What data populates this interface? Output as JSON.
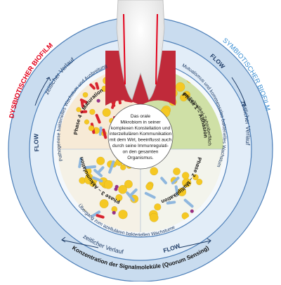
{
  "labels": {
    "dysbiotic": "DYSBIOTISCHER BIOFILM",
    "symbiotic": "SYMBIOTISCHER BIOFILM",
    "flow": "FLOW",
    "course": "zeitlicher Verlauf",
    "left_mid": "Pathogenese bakterielles Wachstum und Ausbreitung",
    "right_mid": "Mutualismus und kommensales bakterielles Wachstum",
    "bottom_mid": "Übergang zum azellulären bakteriellen Wachstume",
    "signal": "Konzentration der Signalmoleküle (Quorum Sensing)"
  },
  "phases": {
    "p1_line1": "Phase 1 – Adhäsion",
    "p1_line2": "Speichelpellikel-Zahnoberfläche",
    "p2": "Phase 2 – Multiplikation",
    "p3": "Phase 3 – Akkumulation",
    "p4": "Phase 4 – Maturation"
  },
  "center": {
    "lines": [
      "Das orale",
      "Mikrobiom in seiner",
      "komplexen Konstellation und",
      "interzellulären Kommunikation",
      "mit dem Wirt, beeinflusst auch",
      "durch seine Immunregulati-",
      "on den gesamten",
      "Organismus."
    ]
  },
  "colors": {
    "ring_outer": "#c9dcef",
    "ring_inner": "#e2edf8",
    "border": "#4d7fb8",
    "dys_red": "#e2001a",
    "sym_blue": "#3a8fd4",
    "green_quadrant": "#cfe0a6",
    "bacteria_yellow": "#f5c823",
    "bacteria_blue": "#8fb7de",
    "bacteria_purple": "#9a2f86",
    "gum": "#c02a3a"
  }
}
